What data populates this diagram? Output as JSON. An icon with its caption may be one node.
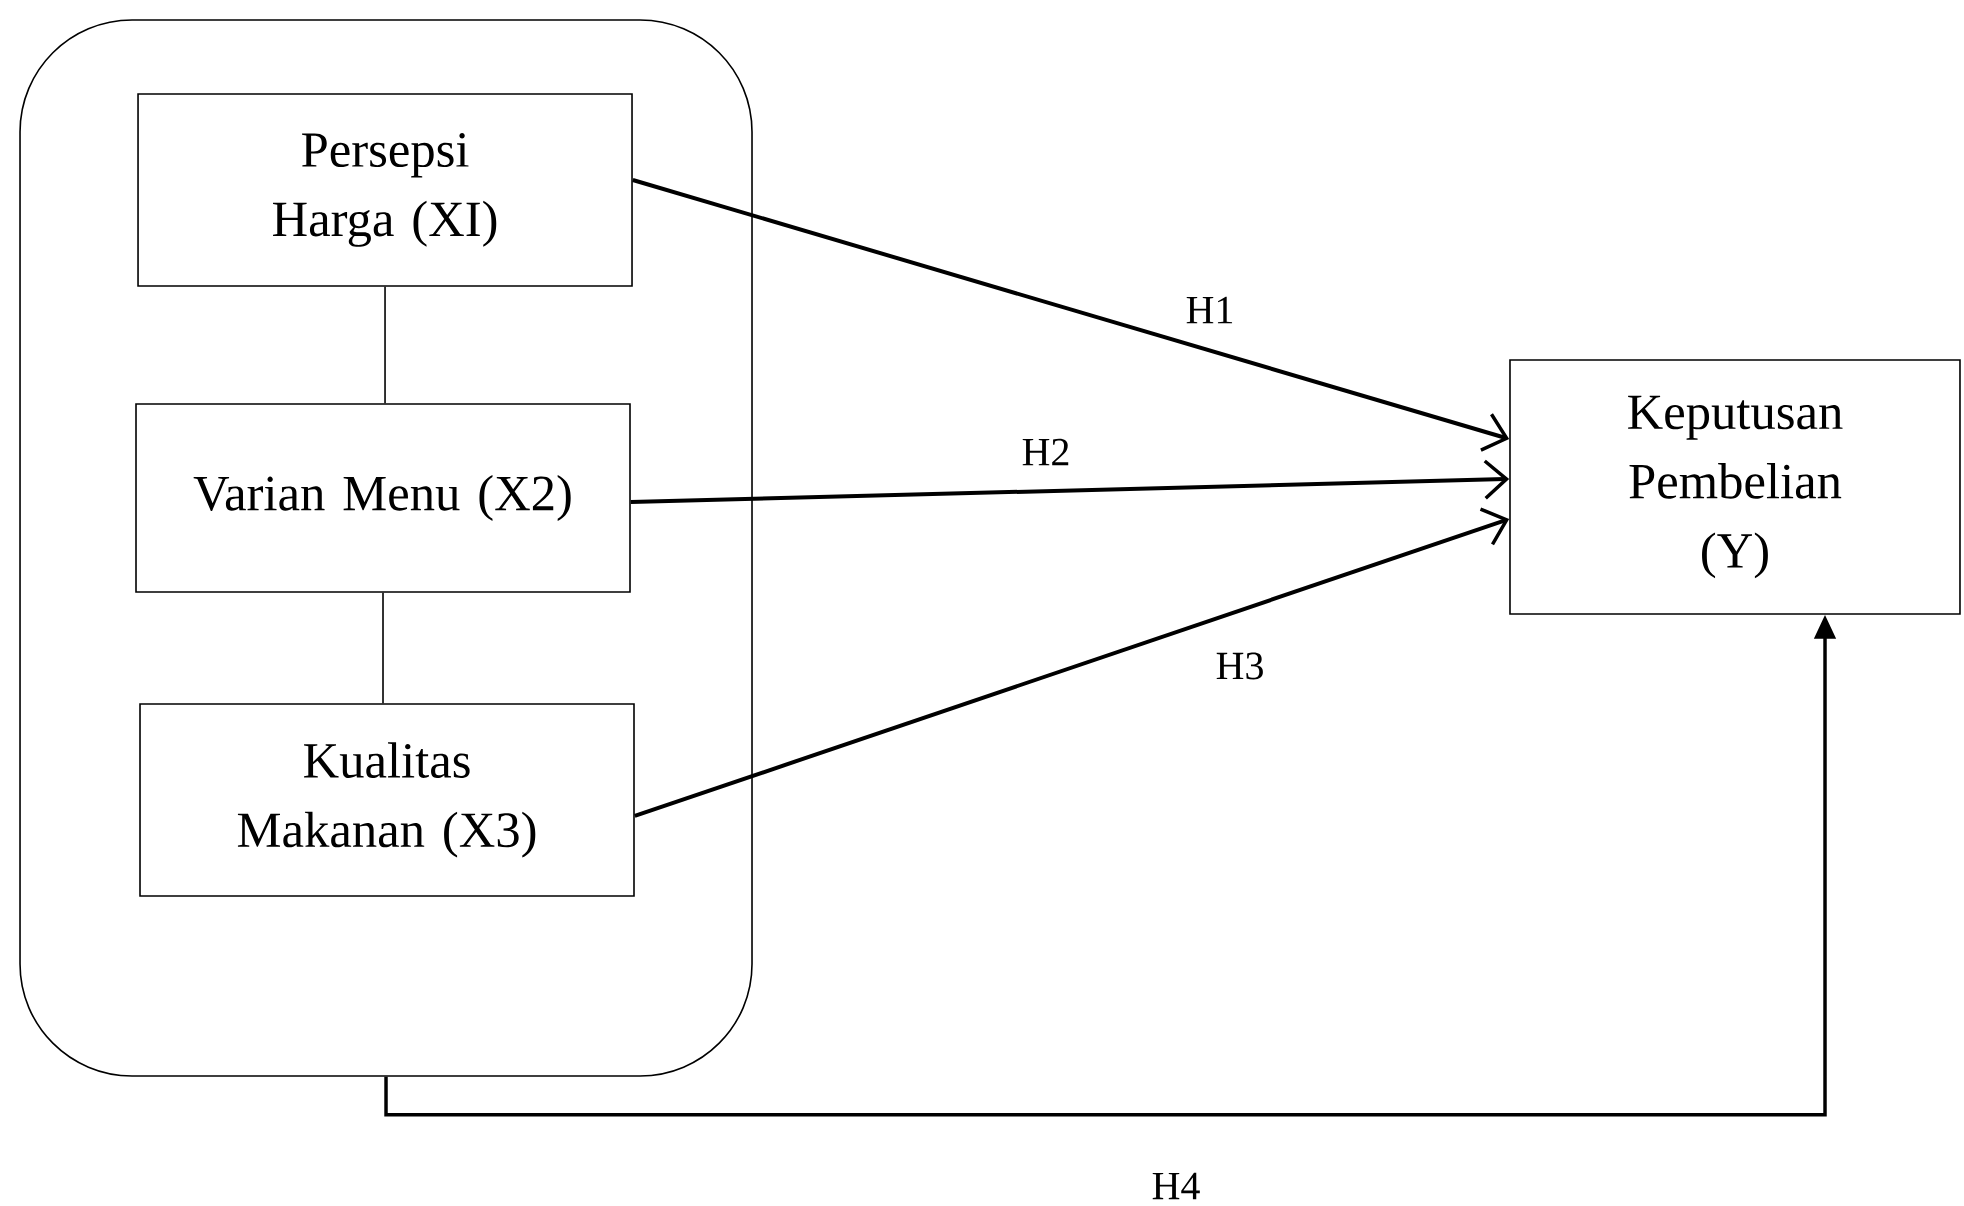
{
  "diagram": {
    "nodes": [
      {
        "text": [],
        "shape": "box"
      },
      {
        "text": [
          "Persepsi Harga (XI)"
        ],
        "in": 0
      },
      {
        "text": [
          "Varian Menu (X2)"
        ],
        "in": 0
      },
      {
        "text": [
          "Kualitas Makanan (X3)"
        ],
        "in": 0
      },
      {
        "text": [
          "Keputusan Pembelian (Y)"
        ]
      }
    ],
    "edges": [
      {
        "from": 1,
        "to": 2,
        "arrow": "none"
      },
      {
        "from": 2,
        "to": 3,
        "arrow": "none"
      },
      {
        "from": 1,
        "to": 4,
        "arrow": "to",
        "label": "H1"
      },
      {
        "from": 2,
        "to": 4,
        "arrow": "to",
        "label": "H2"
      },
      {
        "from": 3,
        "to": 4,
        "arrow": "to",
        "label": "H3"
      },
      {
        "from": 0,
        "to": 4,
        "arrow": "to",
        "label": "H4"
      }
    ]
  }
}
